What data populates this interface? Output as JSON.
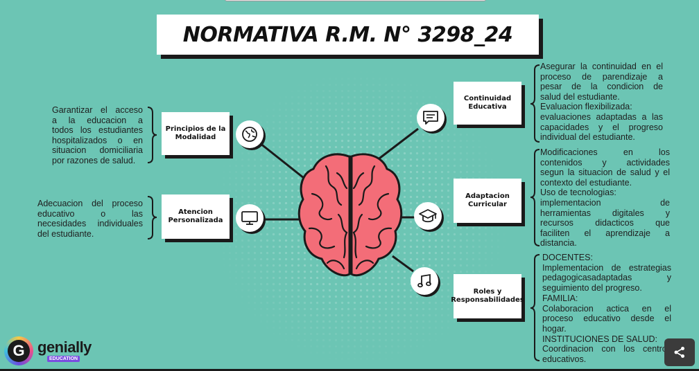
{
  "title": "NORMATIVA R.M. N° 3298_24",
  "nodes": {
    "principios": "Principios de la Modalidad",
    "atencion": "Atencion Personalizada",
    "continuidad": "Continuidad Educativa",
    "adaptacion": "Adaptacion Curricular",
    "roles": "Roles y Responsabilidades"
  },
  "descriptions": {
    "principios": [
      "Garantizar el acceso",
      "a la educacion a",
      "todos los estudiantes",
      "hospitalizados o en",
      "situacion domiciliaria",
      "por razones de salud."
    ],
    "atencion": [
      "Adecuacion del proceso",
      "educativo o las",
      "necesidades individuales",
      "del estudiante."
    ],
    "continuidad": [
      "Asegurar la continuidad en el",
      "proceso de parendizaje a",
      "pesar de la condicion de",
      "salud del estudiante.",
      "Evaluacion flexibilizada:",
      "evaluaciones adaptadas a las",
      "capacidades y el progreso",
      "individual del estudiante."
    ],
    "adaptacion": [
      "Modificaciones en los",
      "contenidos y actividades",
      "segun la situacion de salud y el",
      "contexto del estudiante.",
      "Uso de tecnologias:",
      "implementacion de",
      "herramientas digitales y",
      "recursos didacticos que",
      "faciliten el aprendizaje a",
      "distancia."
    ],
    "roles": [
      "DOCENTES:",
      "Implementacion de estrategias",
      "pedagogicasadaptadas y",
      "seguimiento del progreso.",
      "FAMILIA:",
      "Colaboracion actica en el",
      "proceso educativo desde el",
      "hogar.",
      "INSTITUCIONES DE SALUD:",
      "Coordinacion con los centros",
      "educativos."
    ]
  },
  "icons": {
    "principios": "globe-icon",
    "atencion": "monitor-icon",
    "continuidad": "chat-icon",
    "adaptacion": "graduation-cap-icon",
    "roles": "music-note-icon",
    "center": "brain-icon"
  },
  "logo": {
    "name": "genially",
    "badge": "EDUCATION",
    "mark": "G"
  },
  "colors": {
    "background": "#6cc5b4",
    "brain": "#f36d78",
    "ink": "#1a1a1a",
    "box": "#ffffff"
  }
}
